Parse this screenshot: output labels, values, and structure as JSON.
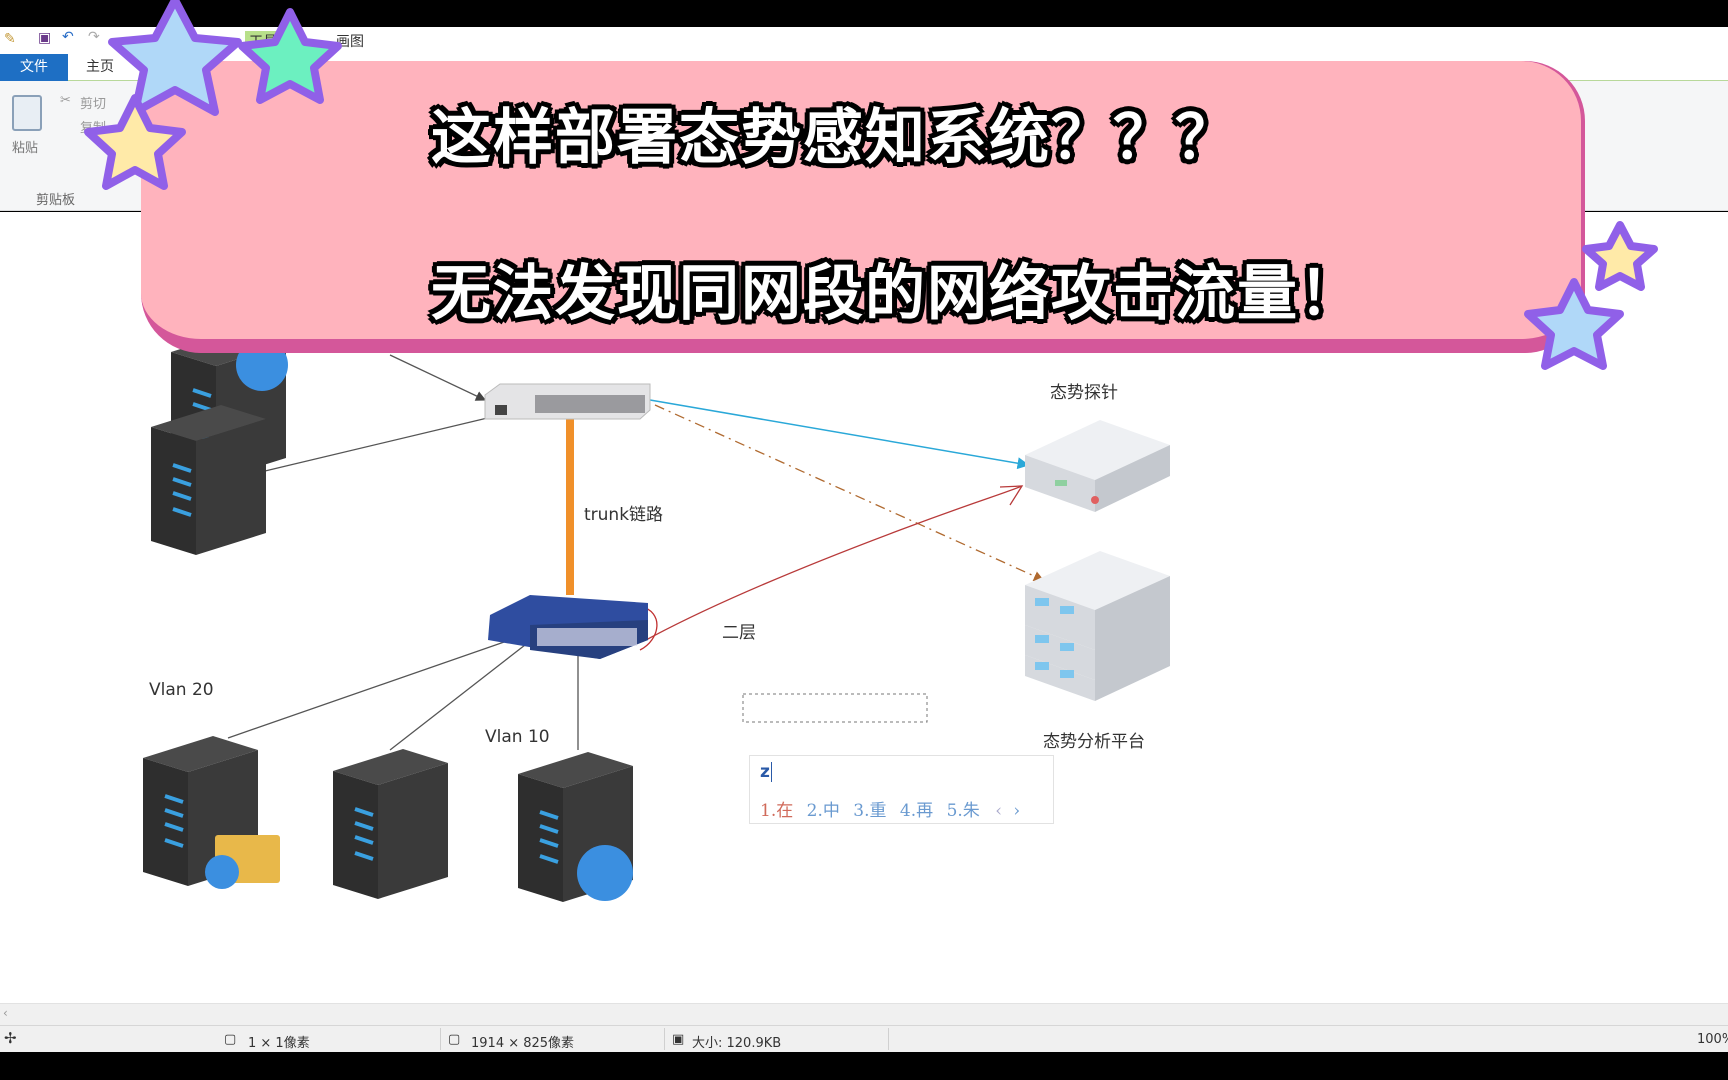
{
  "window": {
    "title": "画图",
    "tools_tab": "工具"
  },
  "tabs": [
    {
      "label": "文件",
      "active": true
    },
    {
      "label": "主页"
    }
  ],
  "ribbon": {
    "paste": "粘贴",
    "cut": "剪切",
    "copy": "复制",
    "group": "剪贴板"
  },
  "banner": {
    "line1": "这样部署态势感知系统？？？",
    "line2": "无法发现同网段的网络攻击流量！",
    "bg": "#ffb3bd",
    "edge": "#d4579a"
  },
  "diagram": {
    "trunk_label": "trunk链路",
    "probe_label": "态势探针",
    "platform_label": "态势分析平台",
    "layer2_label": "二层",
    "vlan20": "Vlan 20",
    "vlan10": "Vlan 10"
  },
  "ime": {
    "input": "z",
    "candidates": [
      "1.在",
      "2.中",
      "3.重",
      "4.再",
      "5.朱"
    ],
    "prev": "‹",
    "next": "›"
  },
  "status": {
    "cursor": "1 × 1像素",
    "dimensions": "1914 × 825像素",
    "size": "大小: 120.9KB",
    "zoom": "100%"
  }
}
